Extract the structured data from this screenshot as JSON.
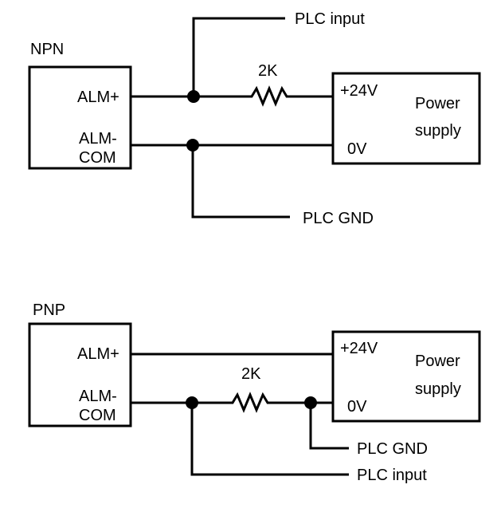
{
  "npn": {
    "title": "NPN",
    "alm_plus": "ALM+",
    "alm_minus_1": "ALM-",
    "alm_minus_2": "COM",
    "resistor": "2K",
    "supply_pos": "+24V",
    "supply_zero": "0V",
    "supply_label_1": "Power",
    "supply_label_2": "supply",
    "plc_input": "PLC input",
    "plc_gnd": "PLC GND"
  },
  "pnp": {
    "title": "PNP",
    "alm_plus": "ALM+",
    "alm_minus_1": "ALM-",
    "alm_minus_2": "COM",
    "resistor": "2K",
    "supply_pos": "+24V",
    "supply_zero": "0V",
    "supply_label_1": "Power",
    "supply_label_2": "supply",
    "plc_gnd": "PLC GND",
    "plc_input": "PLC input"
  }
}
